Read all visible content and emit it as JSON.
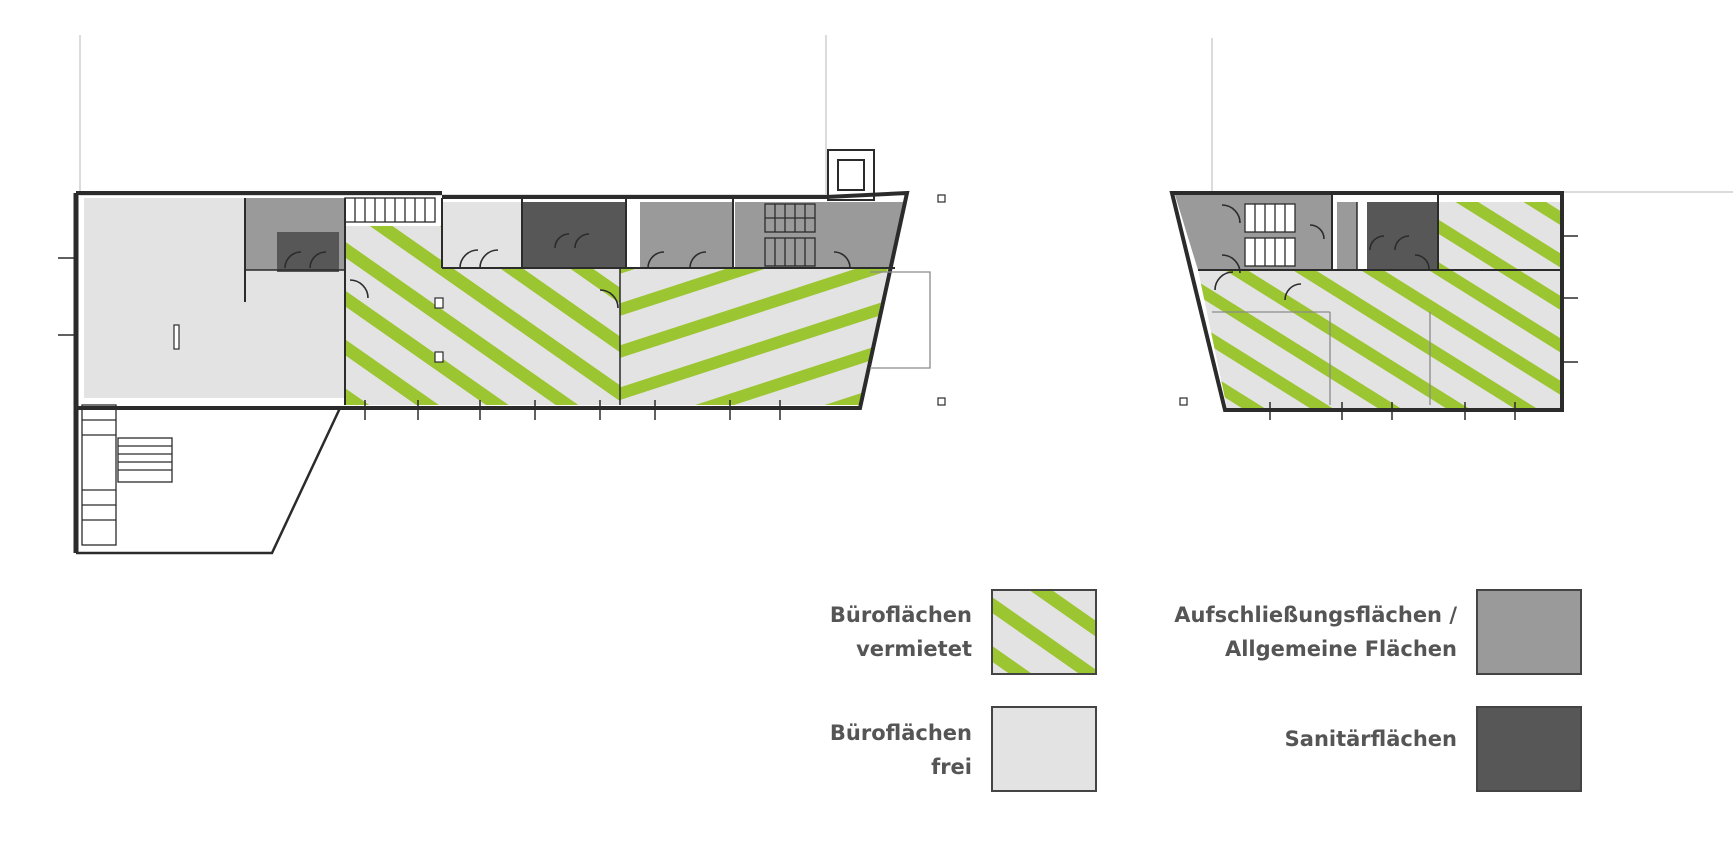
{
  "legend": {
    "rented": {
      "line1": "Büroflächen",
      "line2": "vermietet"
    },
    "free": {
      "line1": "Büroflächen",
      "line2": "frei"
    },
    "circulation": {
      "line1": "Aufschließungsflächen /",
      "line2": "Allgemeine Flächen"
    },
    "sanitary": {
      "line1": "Sanitärflächen"
    }
  },
  "colors": {
    "rented_stripe": "#9cc532",
    "free_fill": "#e3e3e3",
    "circulation_fill": "#9a9a9a",
    "sanitary_fill": "#575757",
    "wall": "#2b2b2b",
    "label_text": "#555555"
  }
}
